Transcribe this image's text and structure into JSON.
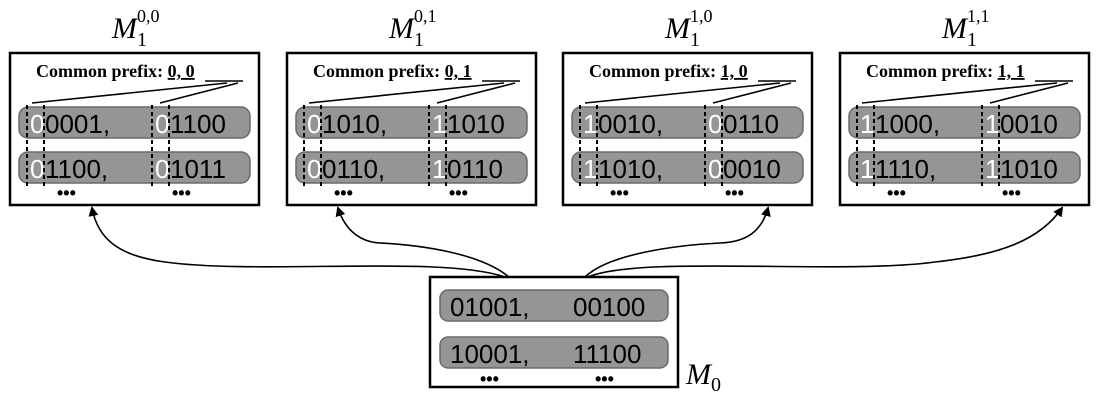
{
  "colors": {
    "ink": "#000000",
    "pill_fill": "#959595",
    "pill_stroke": "#6a6a6a",
    "highlight_digit": "#ffffff",
    "background": "#ffffff"
  },
  "prefix_label": "Common prefix: ",
  "subtables": [
    {
      "name_base": "M",
      "name_sub": "1",
      "name_sup": "0,0",
      "prefix": "0, 0",
      "rows": [
        {
          "k1": "0",
          "r1": "0001,",
          "k2": "0",
          "r2": "1100"
        },
        {
          "k1": "0",
          "r1": "1100,",
          "k2": "0",
          "r2": "1011"
        }
      ],
      "ellipsis": [
        "•••",
        "•••"
      ]
    },
    {
      "name_base": "M",
      "name_sub": "1",
      "name_sup": "0,1",
      "prefix": "0, 1",
      "rows": [
        {
          "k1": "0",
          "r1": "1010,",
          "k2": "1",
          "r2": "1010"
        },
        {
          "k1": "0",
          "r1": "0110,",
          "k2": "1",
          "r2": "0110"
        }
      ],
      "ellipsis": [
        "•••",
        "•••"
      ]
    },
    {
      "name_base": "M",
      "name_sub": "1",
      "name_sup": "1,0",
      "prefix": "1, 0",
      "rows": [
        {
          "k1": "1",
          "r1": "0010,",
          "k2": "0",
          "r2": "0110"
        },
        {
          "k1": "1",
          "r1": "1010,",
          "k2": "0",
          "r2": "0010"
        }
      ],
      "ellipsis": [
        "•••",
        "•••"
      ]
    },
    {
      "name_base": "M",
      "name_sub": "1",
      "name_sup": "1,1",
      "prefix": "1, 1",
      "rows": [
        {
          "k1": "1",
          "r1": "1000,",
          "k2": "1",
          "r2": "0010"
        },
        {
          "k1": "1",
          "r1": "1110,",
          "k2": "1",
          "r2": "1010"
        }
      ],
      "ellipsis": [
        "•••",
        "•••"
      ]
    }
  ],
  "root": {
    "name_base": "M",
    "name_sub": "0",
    "rows": [
      {
        "a": "01001,",
        "b": "00100"
      },
      {
        "a": "10001,",
        "b": "11100"
      }
    ],
    "ellipsis": [
      "•••",
      "•••"
    ]
  }
}
